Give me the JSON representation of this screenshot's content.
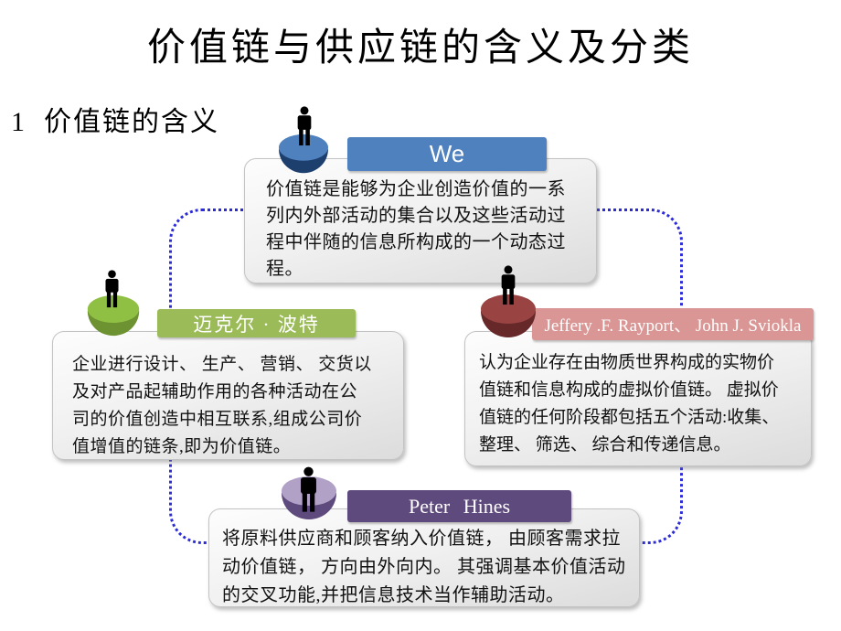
{
  "slide": {
    "title": "价值链与供应链的含义及分类",
    "section_heading": "1  价值链的含义"
  },
  "colors": {
    "connector_dotted_blue": "#2b2bd8",
    "accent_blue": "#4e81bd",
    "accent_green": "#9bbb59",
    "accent_pink": "#d99694",
    "accent_purple": "#5e4a7d",
    "bowl_blue_top": "#4e81bd",
    "bowl_blue_bottom": "#1d3f6e",
    "bowl_green_top": "#90c043",
    "bowl_green_bottom": "#6d9232",
    "bowl_red_top": "#994343",
    "bowl_red_bottom": "#662828",
    "bowl_purple_top": "#b2a1c7",
    "bowl_purple_bottom": "#5e4a7d"
  },
  "definitions": [
    {
      "id": "we",
      "label": "We",
      "text": "价值链是能够为企业创造价值的一系\n列内外部活动的集合以及这些活动过\n程中伴随的信息所构成的一个动态过\n程。"
    },
    {
      "id": "porter",
      "label": "迈克尔 · 波特",
      "text": "企业进行设计、 生产、 营销、 交货以\n及对产品起辅助作用的各种活动在公\n司的价值创造中相互联系,组成公司价\n值增值的链条,即为价值链。"
    },
    {
      "id": "rayport-sviokla",
      "label": "Jeffery .F. Rayport、 John J. Sviokla",
      "text": "认为企业存在由物质世界构成的实物价\n值链和信息构成的虚拟价值链。 虚拟价\n值链的任何阶段都包括五个活动:收集、\n整理、 筛选、 综合和传递信息。"
    },
    {
      "id": "hines",
      "label": "Peter Hines",
      "text": "将原料供应商和顾客纳入价值链， 由顾客需求拉\n动价值链， 方向由外向内。 其强调基本价值活动\n的交叉功能,并把信息技术当作辅助活动。"
    }
  ]
}
